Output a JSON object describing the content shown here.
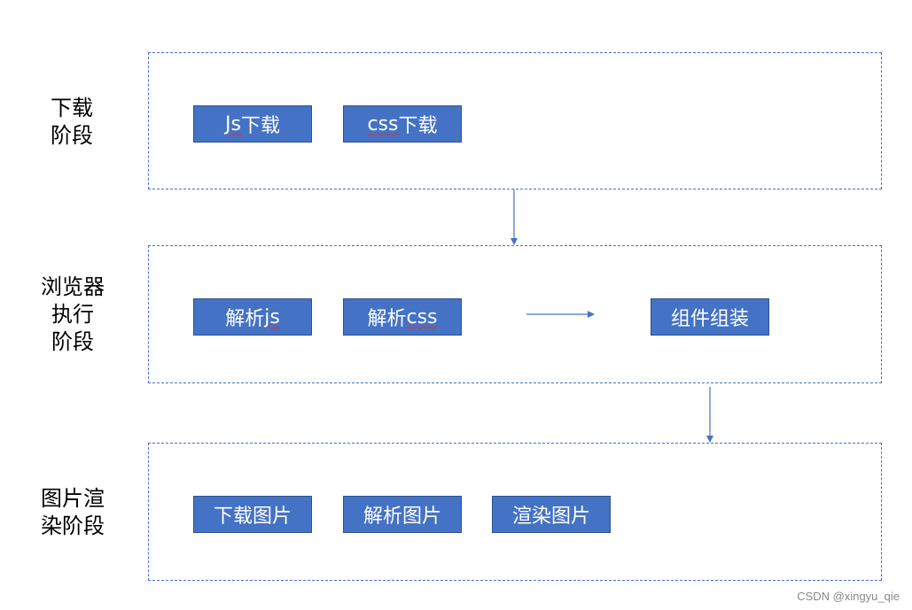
{
  "stages": [
    {
      "label": "下载\n阶段",
      "boxes": [
        {
          "prefix": "Js",
          "suffix": "下载"
        },
        {
          "prefix": "css",
          "suffix": "下载"
        }
      ]
    },
    {
      "label": "浏览器\n执行\n阶段",
      "boxes": [
        {
          "prefix": "解析",
          "suffix": "js"
        },
        {
          "prefix": "解析",
          "suffix": "css"
        },
        {
          "text": "组件组装"
        }
      ]
    },
    {
      "label": "图片渲\n染阶段",
      "boxes": [
        {
          "text": "下载图片"
        },
        {
          "text": "解析图片"
        },
        {
          "text": "渲染图片"
        }
      ]
    }
  ],
  "colors": {
    "box_fill": "#4472c4",
    "box_text": "#ffffff",
    "dashed_border": "#4472c4",
    "arrow": "#4472c4"
  },
  "watermark": "CSDN @xingyu_qie"
}
